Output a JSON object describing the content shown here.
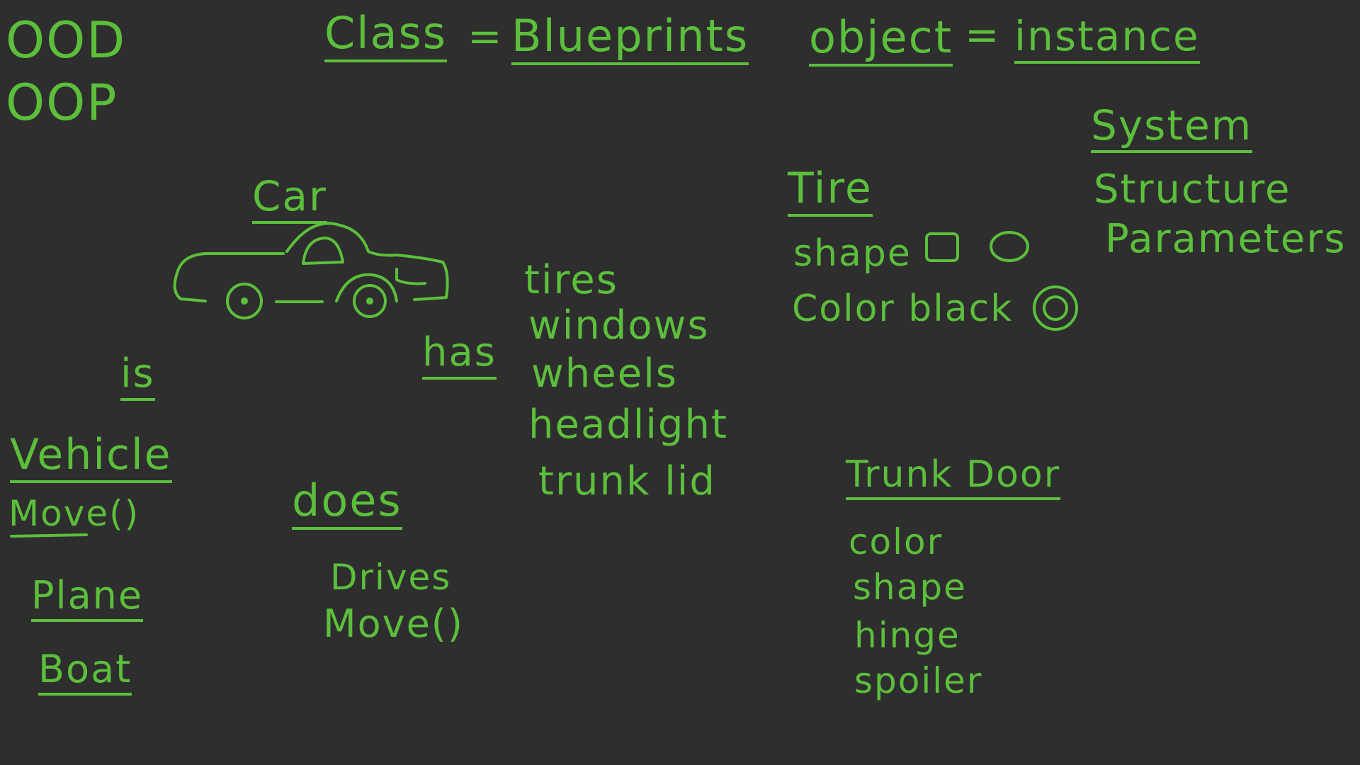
{
  "board": {
    "ood": "OOD",
    "oop": "OOP",
    "class_word": "Class",
    "equals_1": "=",
    "blueprints": "Blueprints",
    "object_word": "object",
    "equals_2": "=",
    "instance": "instance",
    "car": "Car",
    "is": "is",
    "has": "has",
    "has_items": [
      "tires",
      "windows",
      "wheels",
      "headlight",
      "trunk lid"
    ],
    "vehicle": "Vehicle",
    "vehicle_method": "Move()",
    "plane": "Plane",
    "boat": "Boat",
    "does": "does",
    "does_items": [
      "Drives",
      "Move()"
    ],
    "tire": "Tire",
    "tire_shape": "shape",
    "tire_color": "Color black",
    "system": "System",
    "structure": "Structure",
    "parameters": "Parameters",
    "trunk_door": "Trunk Door",
    "trunk_items": [
      "color",
      "shape",
      "hinge",
      "spoiler"
    ]
  },
  "colors": {
    "background": "#2e2e2e",
    "ink": "#5cbf3c"
  }
}
